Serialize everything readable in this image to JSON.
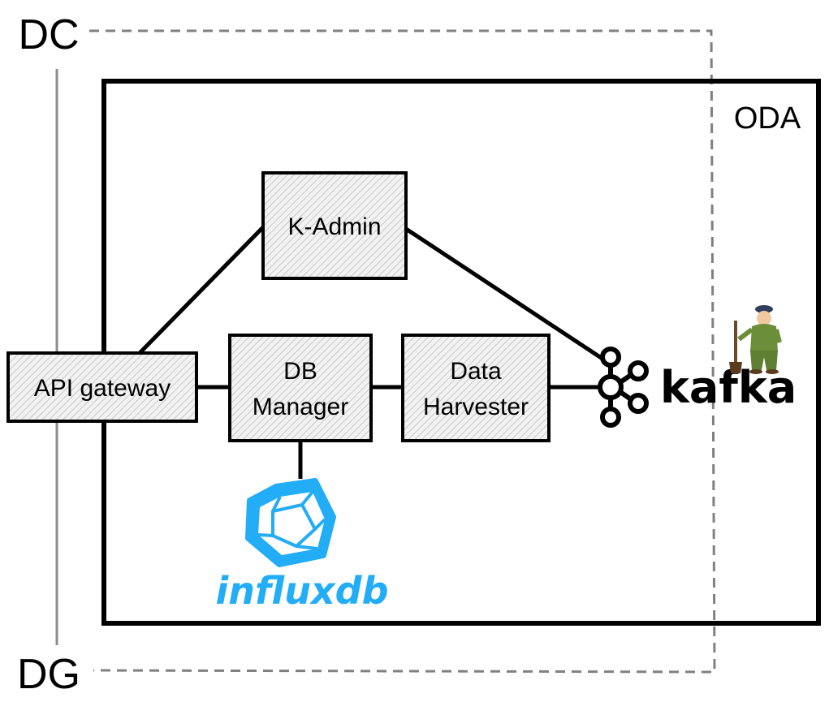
{
  "labels": {
    "dc": "DC",
    "dg": "DG",
    "oda": "ODA",
    "k_admin": "K-Admin",
    "api_gateway": "API gateway",
    "db_manager_line1": "DB",
    "db_manager_line2": "Manager",
    "data_harvester_line1": "Data",
    "data_harvester_line2": "Harvester",
    "kafka_logo": "kafka",
    "influxdb_logo": "influxdb"
  },
  "colors": {
    "box_border": "#000000",
    "hatch": "#bfbfbf",
    "dashed_line": "#808080",
    "gray_line": "#8c8c8c",
    "influx_blue": "#22adf6",
    "mascot_green": "#6b8e3a"
  },
  "icons": [
    "kafka-icon",
    "kafka-mascot-icon",
    "influxdb-icon"
  ]
}
